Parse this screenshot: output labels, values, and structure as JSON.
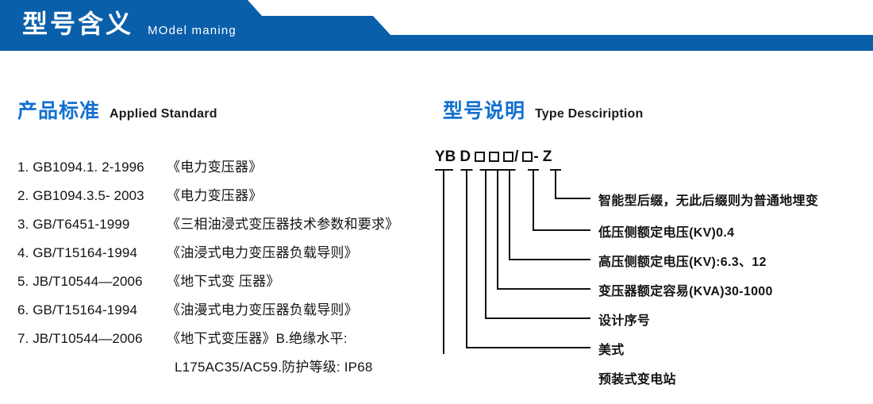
{
  "banner": {
    "title": "型号含义",
    "subtitle": "MOdel maning",
    "color": "#0a5fab"
  },
  "sections": {
    "standard": {
      "cn": "产品标准",
      "en": "Applied Standard"
    },
    "type": {
      "cn": "型号说明",
      "en": "Type Desciription"
    }
  },
  "standards": {
    "items": [
      {
        "index": "1.",
        "code": "GB1094.1. 2-1996",
        "name": "《电力变压器》"
      },
      {
        "index": "2.",
        "code": "GB1094.3.5- 2003",
        "name": "《电力变压器》"
      },
      {
        "index": "3.",
        "code": "GB/T6451-1999",
        "name": "《三相油浸式变压器技术参数和要求》"
      },
      {
        "index": "4.",
        "code": "GB/T15164-1994",
        "name": "《油浸式电力变压器负载导则》"
      },
      {
        "index": "5.",
        "code": "JB/T10544—2006",
        "name": "《地下式变 压器》"
      },
      {
        "index": "6.",
        "code": "GB/T15164-1994",
        "name": "《油漫式电力变压器负载导则》"
      },
      {
        "index": "7.",
        "code": "JB/T10544—2006",
        "name": "《地下式变压器》B.绝缘水平:"
      }
    ],
    "continuation": "L175AC35/AC59.防护等级: IP68"
  },
  "type_diagram": {
    "code_tokens": [
      {
        "kind": "text",
        "text": "YB"
      },
      {
        "kind": "text",
        "text": "D"
      },
      {
        "kind": "box",
        "text": ""
      },
      {
        "kind": "box",
        "text": ""
      },
      {
        "kind": "box",
        "text": ""
      },
      {
        "kind": "text",
        "text": "/"
      },
      {
        "kind": "box",
        "text": ""
      },
      {
        "kind": "text",
        "text": "-"
      },
      {
        "kind": "text",
        "text": "Z"
      }
    ],
    "annotations": [
      {
        "label": "智能型后缀，无此后缀则为普通地埋变"
      },
      {
        "label": "低压侧额定电压(KV)0.4"
      },
      {
        "label": "高压侧额定电压(KV):6.3、12"
      },
      {
        "label": "变压器额定容易(KVA)30-1000"
      },
      {
        "label": "设计序号"
      },
      {
        "label": "美式"
      },
      {
        "label": "预装式变电站"
      }
    ]
  }
}
